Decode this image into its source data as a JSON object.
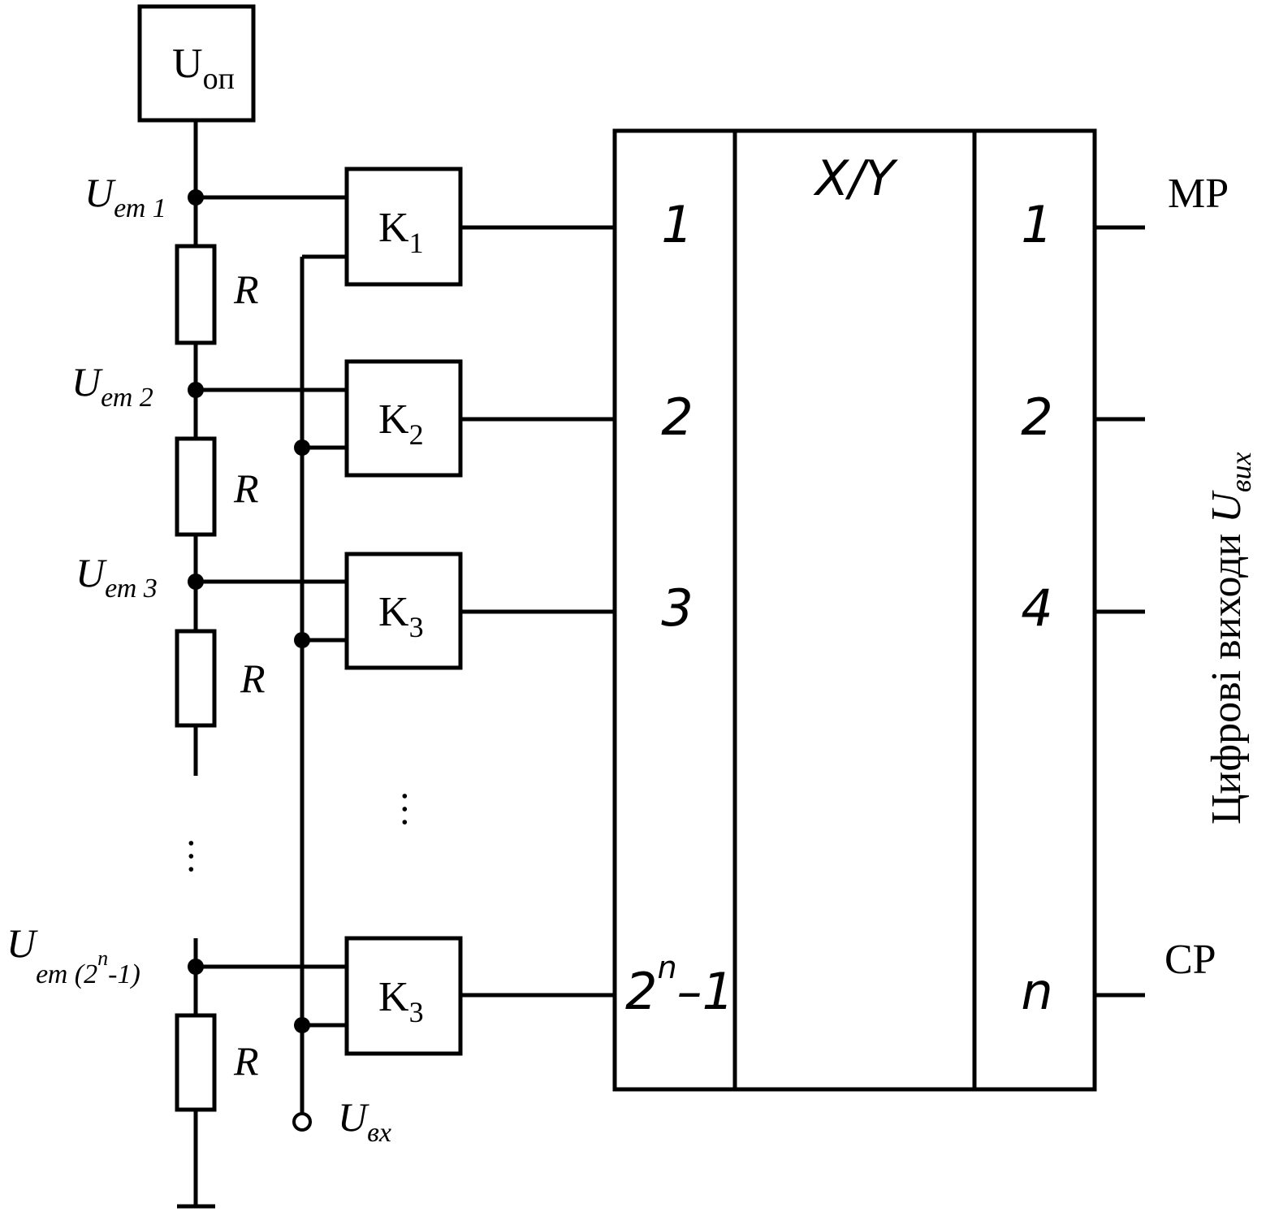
{
  "reference": {
    "main": "U",
    "sub": "оп"
  },
  "node_labels": [
    {
      "main": "U",
      "sub": "ет 1"
    },
    {
      "main": "U",
      "sub": "ет 2"
    },
    {
      "main": "U",
      "sub": "ет 3"
    },
    {
      "main": "U",
      "sub": "ет (2",
      "sup": "n",
      "tail": "-1)"
    }
  ],
  "resistor_label": "R",
  "comparators": [
    {
      "main": "K",
      "sub": "1"
    },
    {
      "main": "K",
      "sub": "2"
    },
    {
      "main": "K",
      "sub": "3"
    },
    {
      "main": "K",
      "sub": "3"
    }
  ],
  "ellipsis": "…",
  "input": {
    "main": "U",
    "sub": "вх"
  },
  "encoder": {
    "title": "X/Y",
    "inputs": [
      "1",
      "2",
      "3",
      "2",
      "n",
      "–1"
    ],
    "outputs": [
      "1",
      "2",
      "4",
      "n"
    ]
  },
  "output_labels": {
    "msb": "МР",
    "lsb": "СР"
  },
  "outputs_caption": {
    "text": "Цифрові виходи ",
    "main": "U",
    "sub": "вих"
  }
}
